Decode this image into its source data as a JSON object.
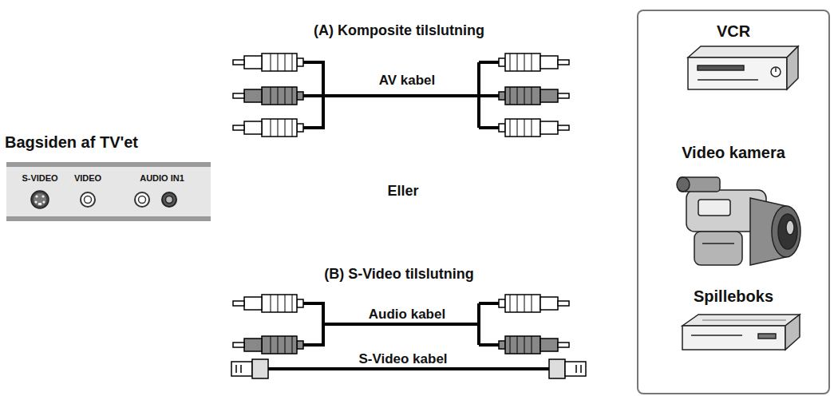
{
  "diagram": {
    "nodes": [
      {
        "text": [
          "Bagsiden af TV'et",
          "S-VIDEO",
          "VIDEO",
          "AUDIO IN1"
        ]
      },
      {
        "text": [
          "VCR",
          "Video kamera",
          "Spilleboks"
        ]
      }
    ],
    "labels": [
      "(A) Komposite tilslutning",
      "AV kabel",
      "Eller",
      "(B) S-Video tilslutning",
      "Audio kabel",
      "S-Video kabel"
    ]
  }
}
